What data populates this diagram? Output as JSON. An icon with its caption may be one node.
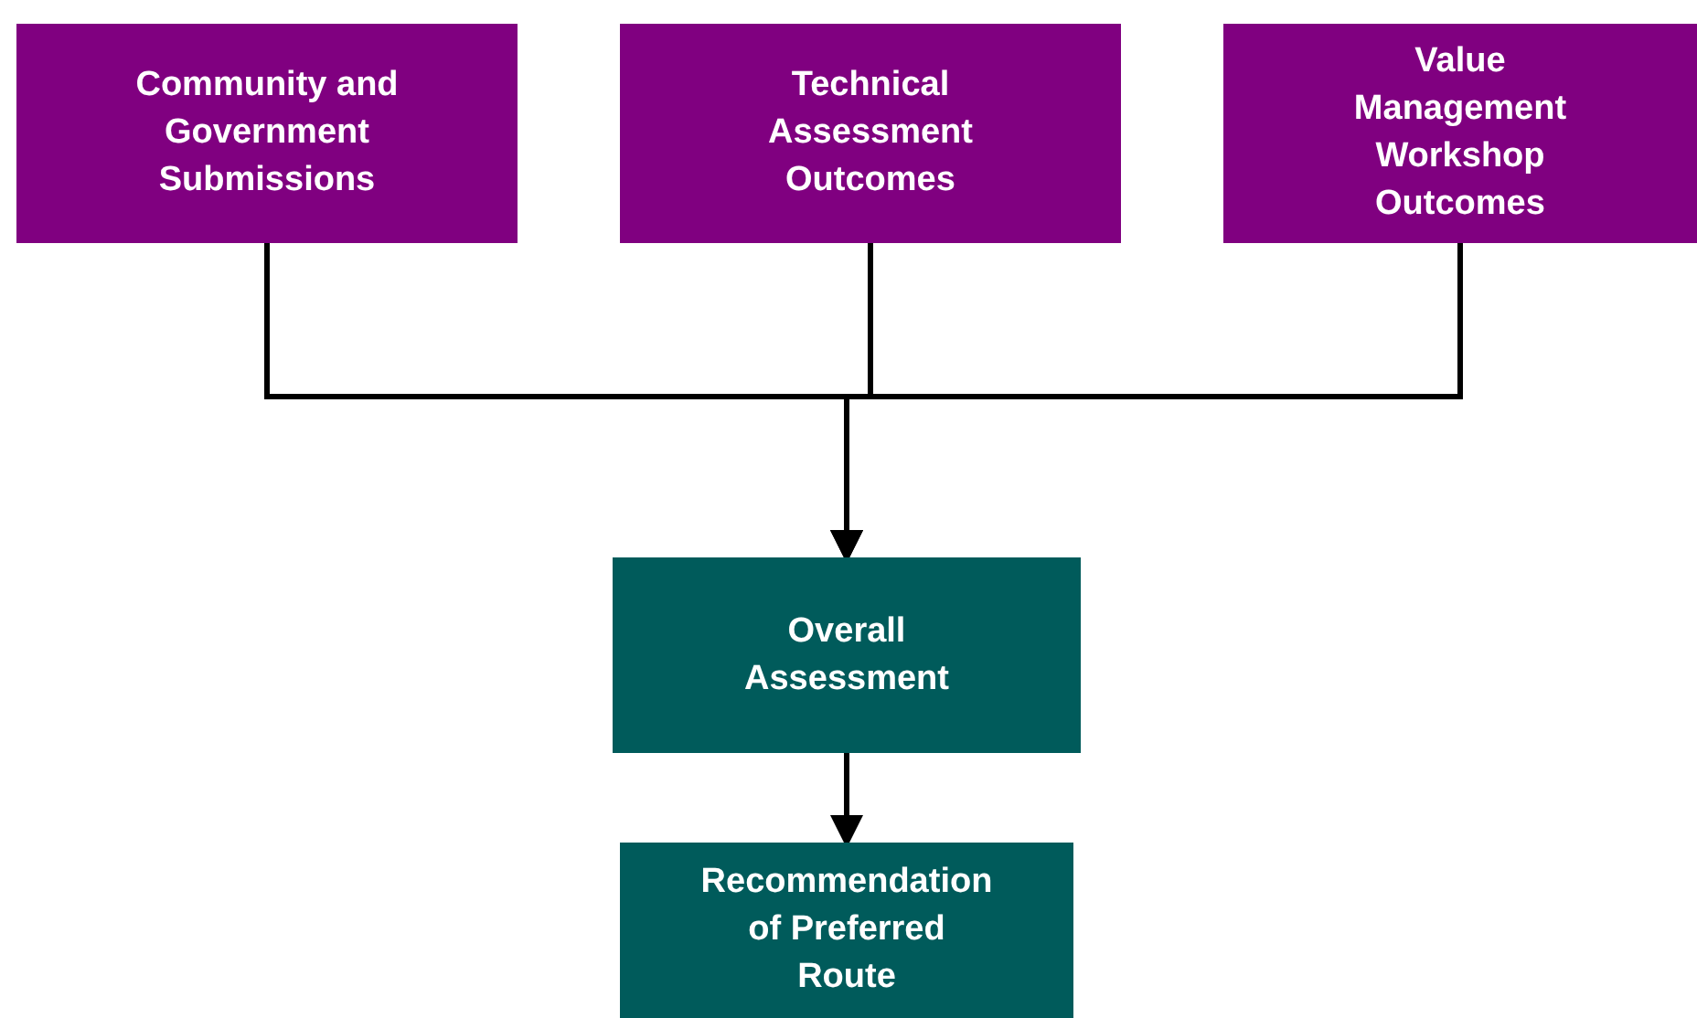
{
  "diagram": {
    "nodes": [
      {
        "text": [
          "Community and Government Submissions"
        ]
      },
      {
        "text": [
          "Technical Assessment Outcomes"
        ]
      },
      {
        "text": [
          "Value Management Workshop Outcomes"
        ]
      },
      {
        "text": [
          "Overall Assessment"
        ]
      },
      {
        "text": [
          "Recommendation of Preferred Route"
        ]
      }
    ],
    "edges": [
      {
        "from": 0,
        "to": 3,
        "arrow": "to"
      },
      {
        "from": 1,
        "to": 3,
        "arrow": "to"
      },
      {
        "from": 2,
        "to": 3,
        "arrow": "to"
      },
      {
        "from": 3,
        "to": 4,
        "arrow": "to"
      }
    ]
  }
}
